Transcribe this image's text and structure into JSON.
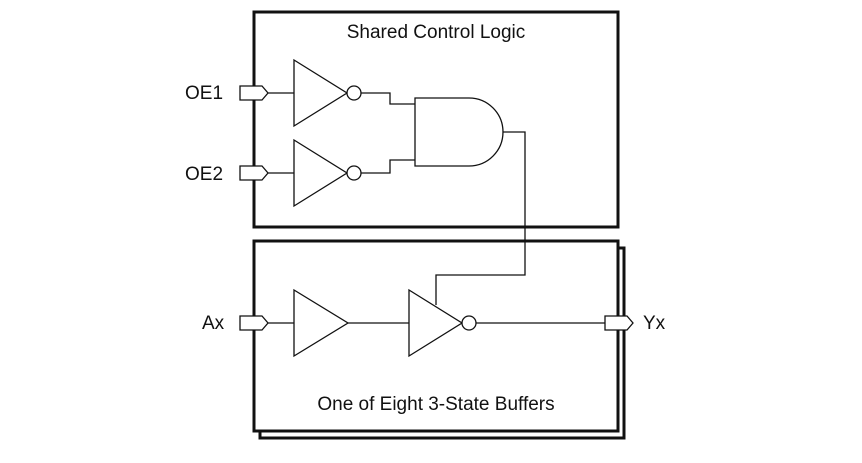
{
  "diagram": {
    "title_top": "Shared Control Logic",
    "title_bottom": "One of Eight 3-State Buffers",
    "pins": {
      "oe1": "OE1",
      "oe2": "OE2",
      "ax": "Ax",
      "yx": "Yx"
    }
  },
  "colors": {
    "stroke": "#111111",
    "background": "#ffffff"
  }
}
